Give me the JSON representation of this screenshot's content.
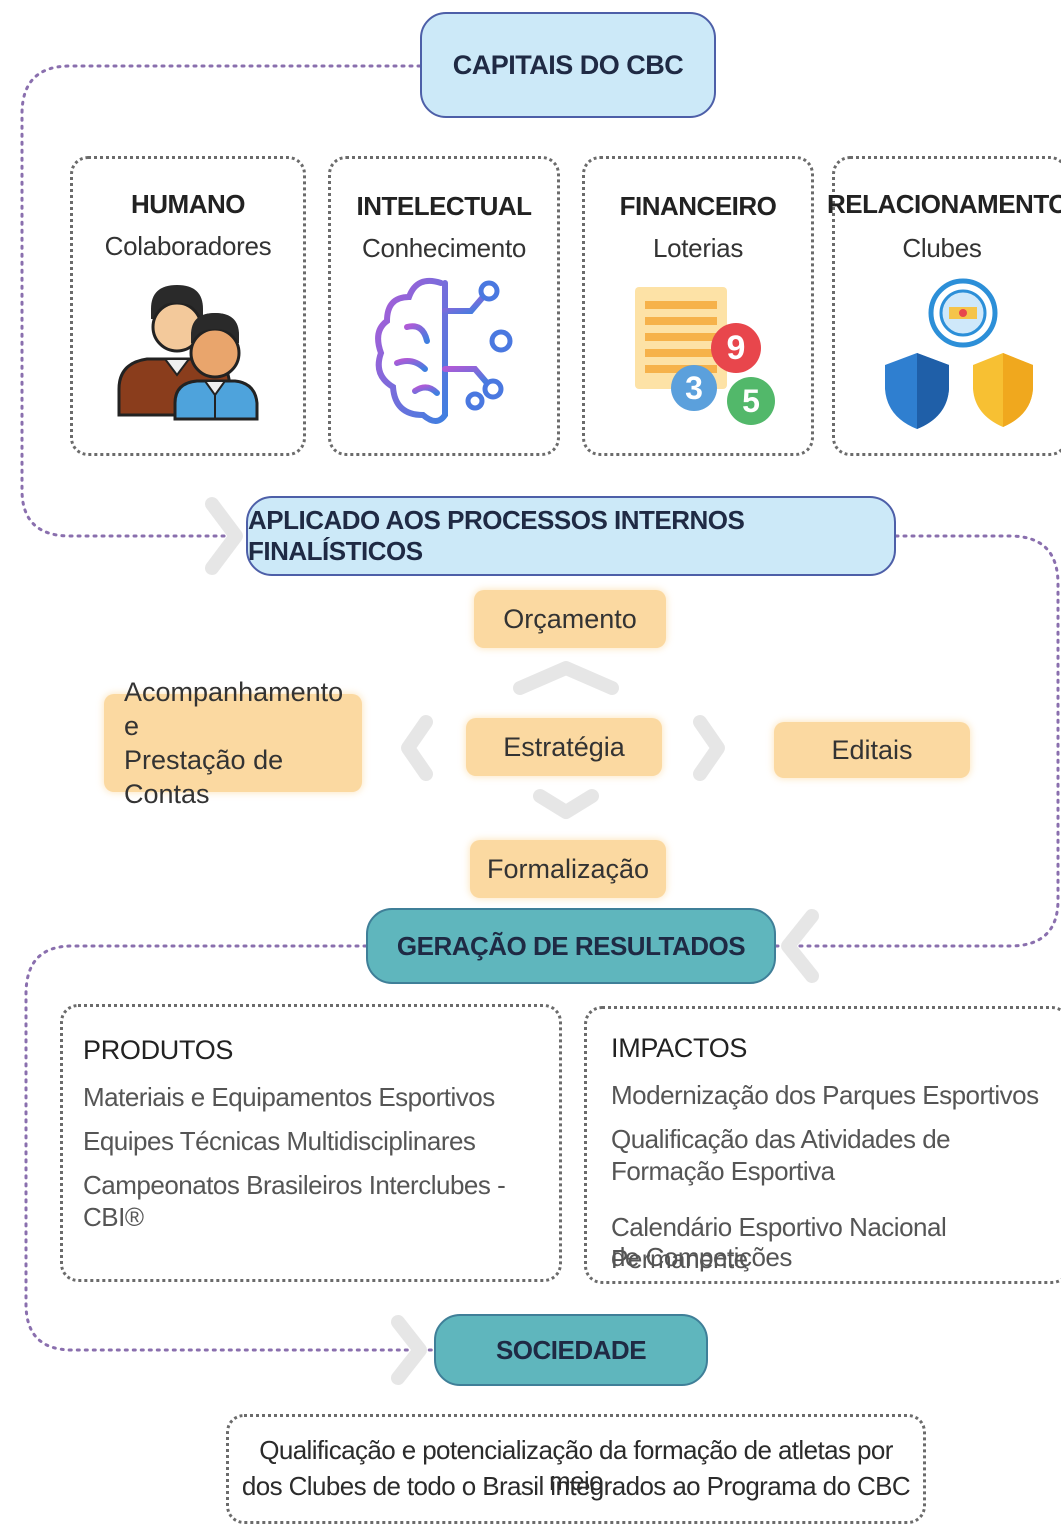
{
  "header": {
    "title": "CAPITAIS DO CBC"
  },
  "capitals": [
    {
      "title": "HUMANO",
      "subtitle": "Colaboradores",
      "icon": "people-icon"
    },
    {
      "title": "INTELECTUAL",
      "subtitle": "Conhecimento",
      "icon": "brain-circuit-icon"
    },
    {
      "title": "FINANCEIRO",
      "subtitle": "Loterias",
      "icon": "lottery-icon",
      "numbers": [
        "9",
        "3",
        "5"
      ]
    },
    {
      "title": "RELACIONAMENTO",
      "subtitle": "Clubes",
      "icon": "club-shields-icon"
    }
  ],
  "processes": {
    "title": "APLICADO AOS PROCESSOS INTERNOS FINALÍSTICOS",
    "orcamento": "Orçamento",
    "estrategia": "Estratégia",
    "editais": "Editais",
    "formalizacao": "Formalização",
    "acompanhamento_line1": "Acompanhamento e",
    "acompanhamento_line2": "Prestação de Contas"
  },
  "results": {
    "title": "GERAÇÃO DE RESULTADOS",
    "produtos": {
      "title": "PRODUTOS",
      "items": [
        "Materiais e Equipamentos Esportivos",
        "Equipes Técnicas Multidisciplinares",
        "Campeonatos Brasileiros Interclubes - CBI®"
      ]
    },
    "impactos": {
      "title": "IMPACTOS",
      "items": [
        "Modernização dos Parques Esportivos",
        "Qualificação das Atividades de",
        "Formação Esportiva",
        "Calendário Esportivo Nacional Permanente",
        "de Competições"
      ]
    }
  },
  "society": {
    "title": "SOCIEDADE",
    "text_line1": "Qualificação e potencialização da formação de atletas por meio",
    "text_line2": "dos Clubes de todo o Brasil integrados ao Programa do CBC"
  },
  "colors": {
    "pill_blue": "#cce9f8",
    "pill_teal": "#5fb6bd",
    "process_orange": "#fbd9a1",
    "border": "#4d5fa8"
  }
}
